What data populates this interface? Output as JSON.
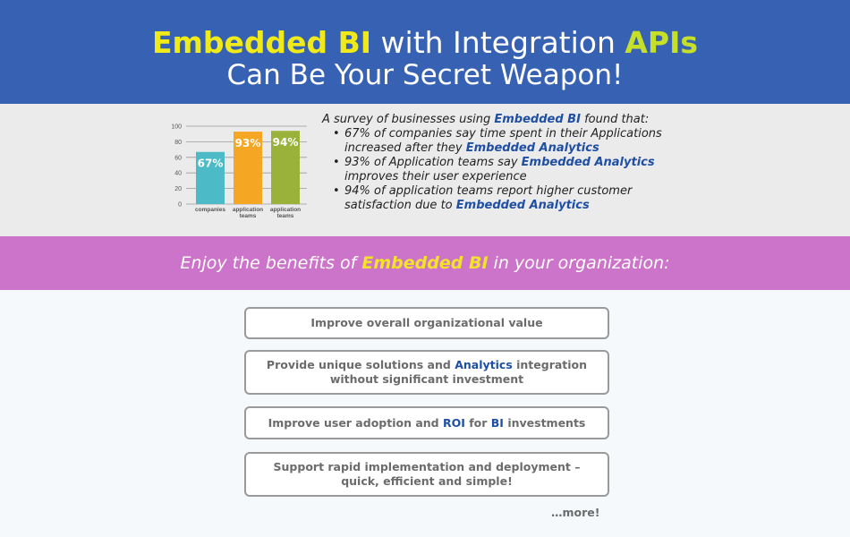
{
  "header": {
    "line1": {
      "a": "Embedded BI",
      "b": " with Integration ",
      "c": "APIs"
    },
    "line2": "Can Be Your Secret Weapon!"
  },
  "survey": {
    "intro": {
      "a": "A survey of businesses using ",
      "b": "Embedded BI",
      "c": " found that:"
    },
    "bullets": [
      {
        "a": "67% of companies say time spent in their Applications increased after they ",
        "b": "Embedded Analytics"
      },
      {
        "a": "93% of Application teams say ",
        "b": "Embedded Analytics",
        "c": " improves their user experience"
      },
      {
        "a": "94% of application teams report higher customer satisfaction due to ",
        "b": "Embedded Analytics"
      }
    ]
  },
  "chart_data": {
    "type": "bar",
    "categories": [
      "companies",
      "application teams",
      "application teams"
    ],
    "values": [
      67,
      93,
      94
    ],
    "data_labels": [
      "67%",
      "93%",
      "94%"
    ],
    "colors": [
      "#4dbac7",
      "#f5a623",
      "#9bb23a"
    ],
    "yticks": [
      "0",
      "20",
      "40",
      "60",
      "80",
      "100"
    ],
    "ylim": [
      0,
      100
    ],
    "grid": true
  },
  "band": {
    "a": "Enjoy the benefits of ",
    "b": "Embedded BI",
    "c": " in your organization:"
  },
  "benefits": [
    {
      "a": "Improve overall organizational value"
    },
    {
      "a": "Provide unique solutions and ",
      "b": "Analytics",
      "c": " integration without significant investment"
    },
    {
      "a": "Improve user adoption and ",
      "b": "ROI",
      "c": " for ",
      "d": "BI",
      "e": " investments"
    },
    {
      "a": "Support rapid implementation and deployment – quick, efficient and simple!"
    }
  ],
  "more": "…more!"
}
